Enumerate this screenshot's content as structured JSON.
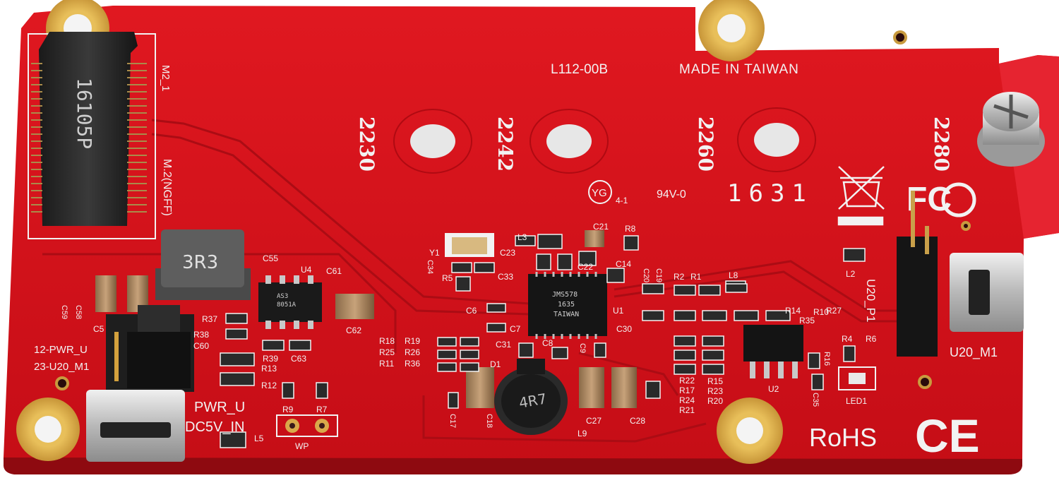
{
  "board": {
    "model": "L112-00B",
    "origin": "MADE IN TAIWAN",
    "date_code": "1631",
    "flammability": "94V-0",
    "ul_mark": "YG",
    "ul_mark_suffix": "4-1",
    "rohs": "RoHS",
    "ce": "CE",
    "fcc": "FC",
    "pcb_color": "#d8101a",
    "copper_color": "#d9a94a"
  },
  "m2_slot": {
    "connector_marking": "16105P",
    "slot_label": "M2_1",
    "type_label": "M.2(NGFF)",
    "standoff_labels": [
      "2230",
      "2242",
      "2260",
      "2280"
    ]
  },
  "components": {
    "inductor_main": "3R3",
    "inductor_buck": "4R7",
    "chip_u1_marking": [
      "JMS578",
      "1635",
      "TAIWAN"
    ],
    "chip_u4_marking": [
      "AS3",
      "8051A"
    ],
    "jumper_labels": [
      "12-PWR_U",
      "23-U20_M1"
    ],
    "power_labels": [
      "PWR_U",
      "DC5V_IN",
      "WP"
    ],
    "usb_labels": [
      "U20_P1",
      "U20_M1",
      "LED1"
    ],
    "ic_labels": [
      "U1",
      "U2",
      "U4",
      "Y1",
      "L2",
      "L3",
      "L5",
      "L8",
      "L9",
      "D1"
    ],
    "refdes": [
      "C5",
      "C6",
      "C7",
      "C8",
      "C9",
      "C14",
      "C17",
      "C18",
      "C19",
      "C20",
      "C21",
      "C22",
      "C23",
      "C27",
      "C28",
      "C30",
      "C31",
      "C33",
      "C34",
      "C35",
      "C55",
      "C58",
      "C59",
      "C60",
      "C61",
      "C62",
      "C63",
      "R1",
      "R2",
      "R4",
      "R5",
      "R6",
      "R7",
      "R8",
      "R9",
      "R10",
      "R11",
      "R12",
      "R13",
      "R14",
      "R15",
      "R16",
      "R17",
      "R18",
      "R19",
      "R20",
      "R21",
      "R22",
      "R23",
      "R24",
      "R25",
      "R26",
      "R27",
      "R35",
      "R36",
      "R37",
      "R38",
      "R39"
    ]
  }
}
